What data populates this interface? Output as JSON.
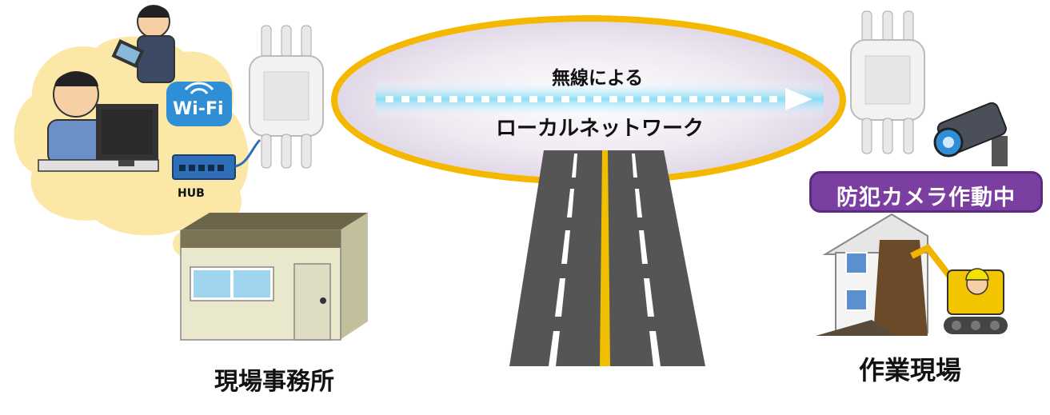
{
  "lan": {
    "line1": "無線による",
    "line2": "ローカルネットワーク"
  },
  "office": {
    "label": "現場事務所"
  },
  "site": {
    "label": "作業現場",
    "camera_banner": "防犯カメラ作動中"
  },
  "devices": {
    "hub_label": "HUB",
    "wifi_label": "Wi-Fi"
  },
  "icons": [
    "access-point-icon",
    "wifi-icon",
    "hub-icon",
    "pc-user-icon",
    "tablet-user-icon",
    "office-building-icon",
    "road-icon",
    "security-camera-icon",
    "house-demolition-icon",
    "excavator-icon"
  ],
  "colors": {
    "ellipse_border": "#f5b800",
    "bubble": "#fbe7a6",
    "road": "#555555",
    "road_center": "#f0c000"
  }
}
